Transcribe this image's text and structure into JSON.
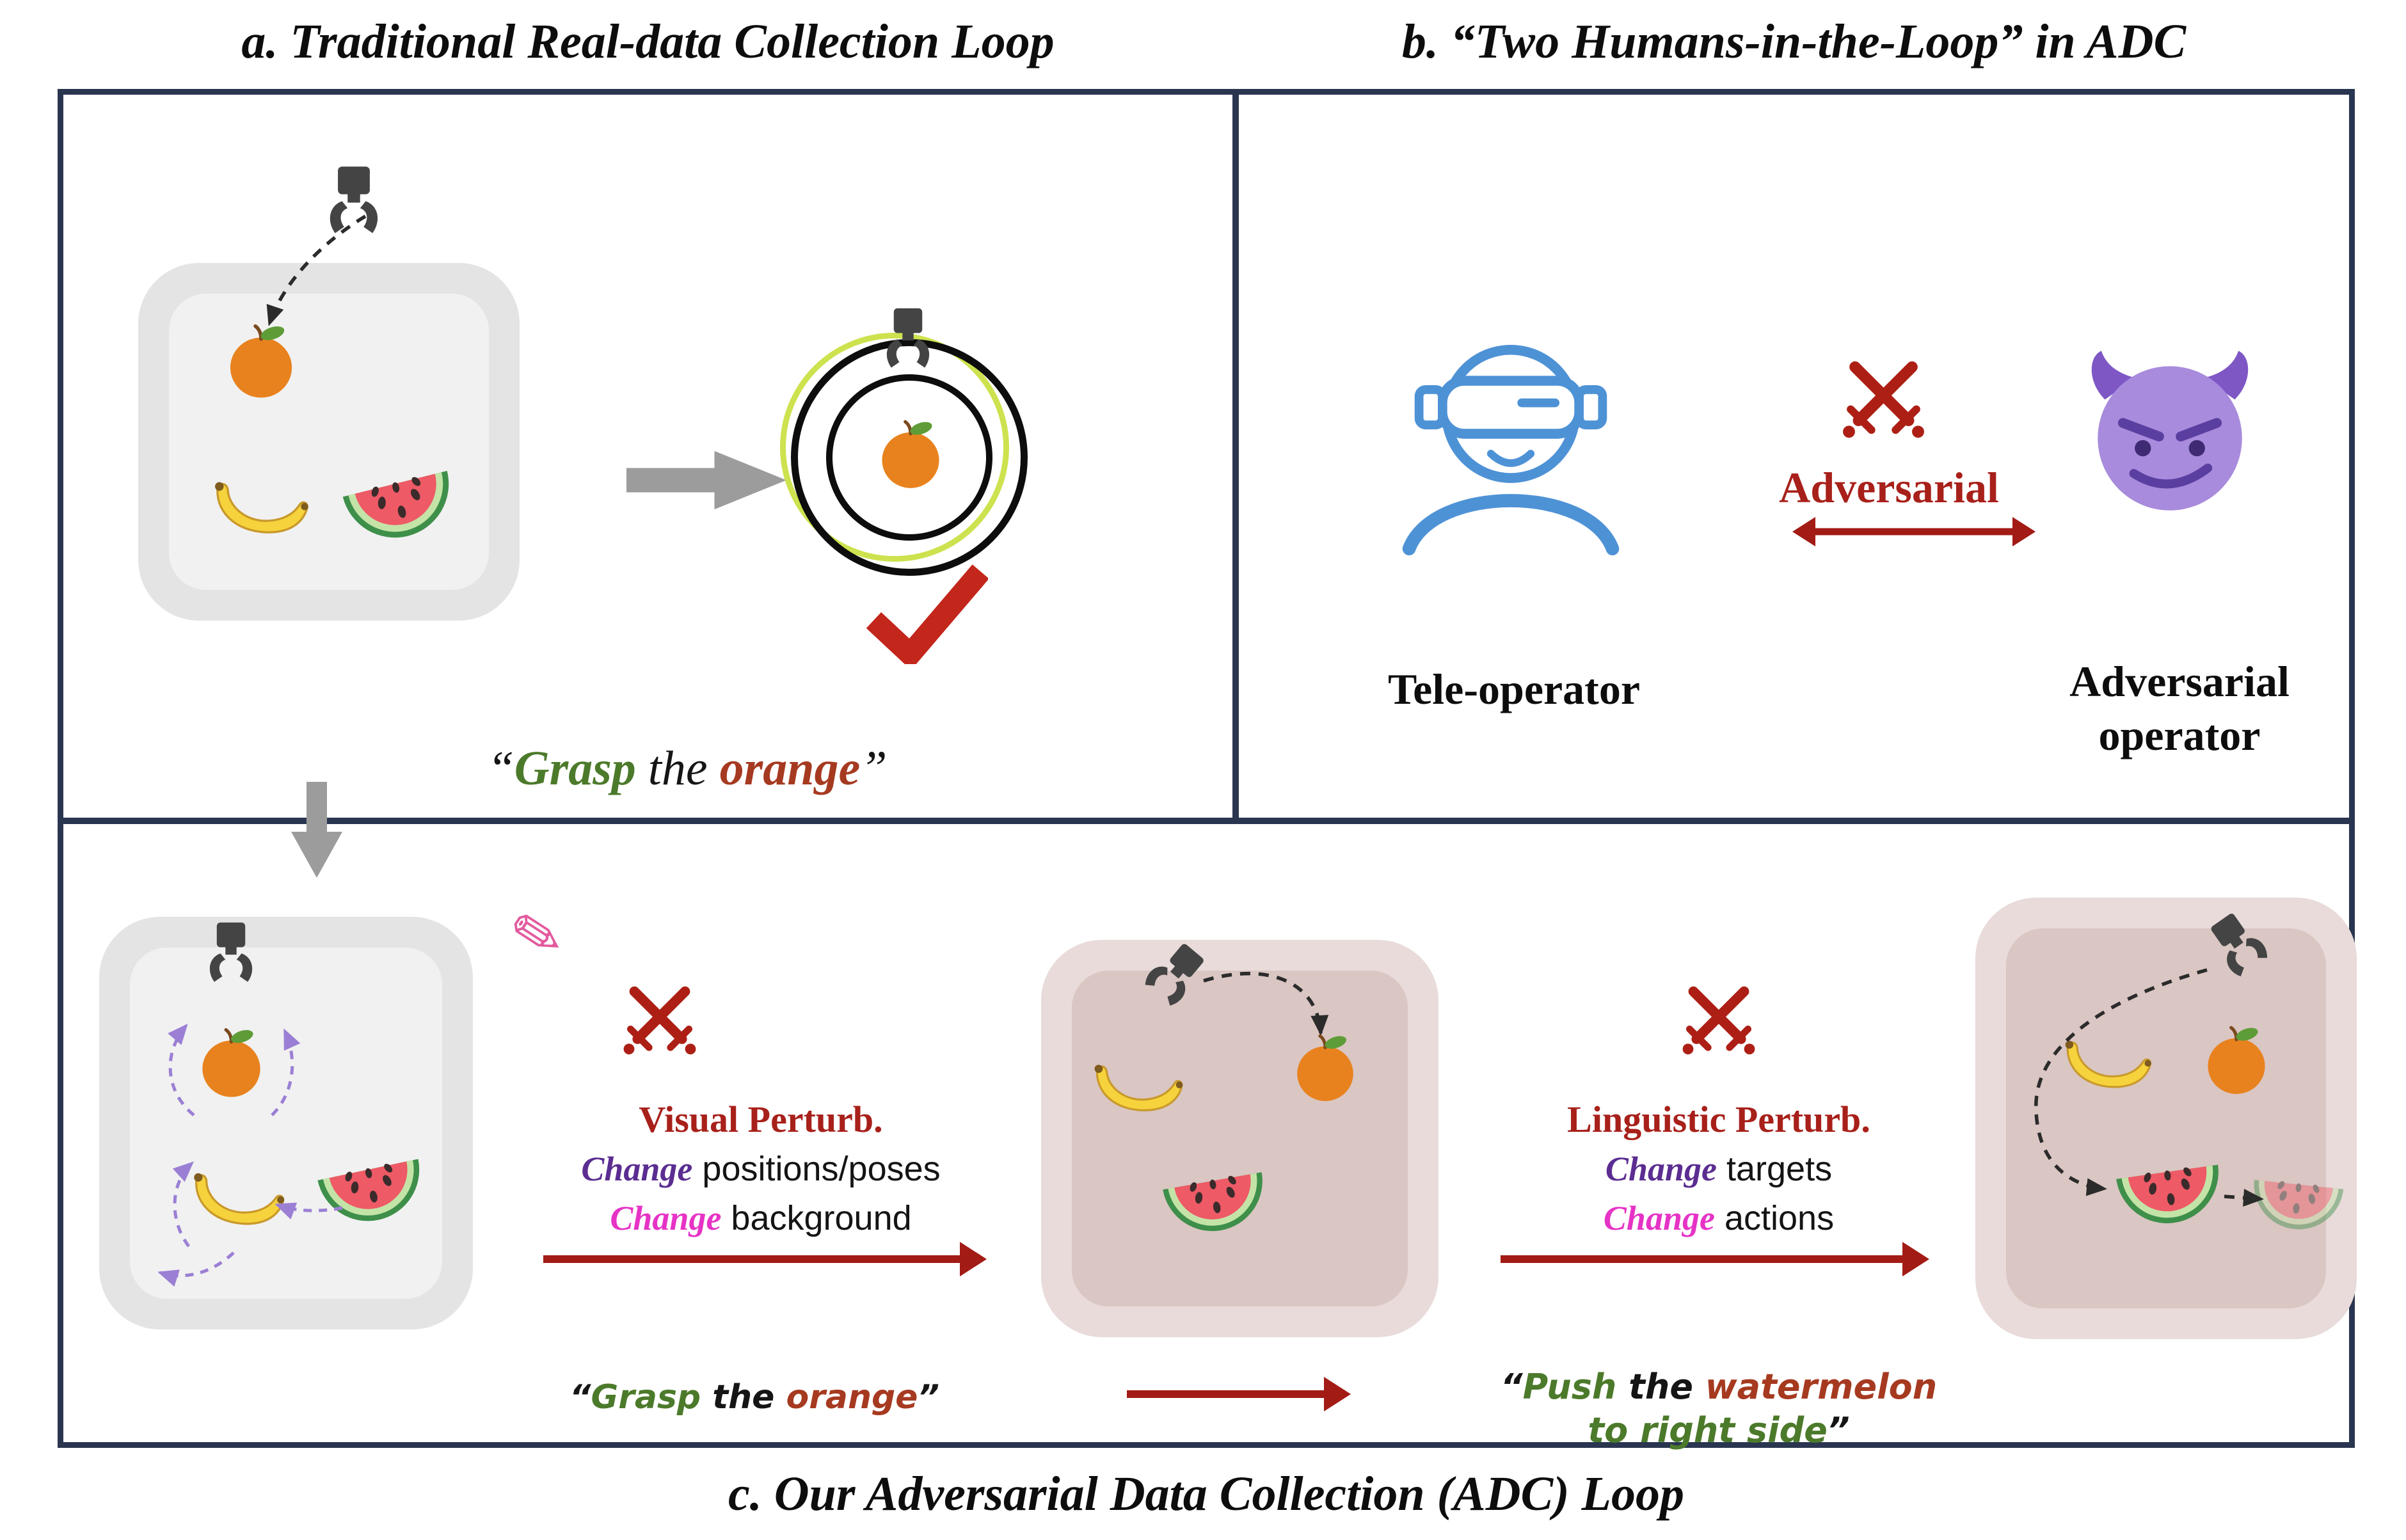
{
  "colors": {
    "border-navy": "#2A3550",
    "dark-red": "#A8201A",
    "arrow-red": "#A31B15",
    "green-verb": "#4C7A2B",
    "red-object": "#A63A20",
    "purple-change": "#5B2D91",
    "magenta-change": "#E633C6",
    "purple-arrow": "#9B7FD4",
    "blue-operator": "#4E92D6",
    "devil-purple": "#A88BDC",
    "tray-gray-outer": "#E4E4E4",
    "tray-gray-inner": "#F1F1F1",
    "tray-pink-outer": "#E8DBD9",
    "tray-pink-inner": "#DAC6C3",
    "pencil-pink": "#E35A9E",
    "check-red": "#C3261B"
  },
  "titles": {
    "a": "a. Traditional Real-data Collection Loop",
    "b": "b. “Two Humans-in-the-Loop” in ADC",
    "c": "c. Our Adversarial Data Collection (ADC) Loop"
  },
  "panel_a": {
    "caption": {
      "open": "“",
      "verb": "Grasp",
      "mid": " the ",
      "object": "orange",
      "close": "”"
    }
  },
  "panel_b": {
    "teleoperator_label": "Tele-operator",
    "adversarial_text": "Adversarial",
    "adversary_line1": "Adversarial",
    "adversary_line2": "operator"
  },
  "panel_c": {
    "visual": {
      "heading": "Visual Perturb.",
      "change1": "Change",
      "rest1": " positions/poses",
      "change2": "Change",
      "rest2": " background"
    },
    "linguistic": {
      "heading": "Linguistic Perturb.",
      "change1": "Change",
      "rest1": " targets",
      "change2": "Change",
      "rest2": " actions"
    },
    "grasp_caption": {
      "open": "“",
      "verb": "Grasp",
      "mid": " the ",
      "object": "orange",
      "close": "”"
    },
    "push_caption": {
      "open": "“",
      "verb": "Push",
      "mid": " the ",
      "object": "watermelon",
      "line2": "to right side",
      "close": "”"
    }
  },
  "icons": {
    "pencil": "✎"
  }
}
